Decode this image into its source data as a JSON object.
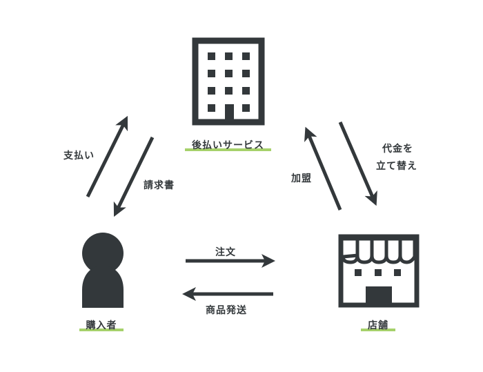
{
  "colors": {
    "icon": "#33383b",
    "highlight": "#a6d16b",
    "background": "#ffffff"
  },
  "nodes": {
    "service": {
      "label": "後払いサービス",
      "icon": "office-building-icon"
    },
    "buyer": {
      "label": "購入者",
      "icon": "person-icon"
    },
    "store": {
      "label": "店舗",
      "icon": "storefront-icon"
    }
  },
  "edges": {
    "payment": {
      "label": "支払い",
      "from": "購入者",
      "to": "後払いサービス"
    },
    "invoice": {
      "label": "請求書",
      "from": "後払いサービス",
      "to": "購入者"
    },
    "membership": {
      "label": "加盟",
      "from": "店舗",
      "to": "後払いサービス"
    },
    "advance_line1": "代金を",
    "advance_line2": "立て替え",
    "advance": {
      "from": "後払いサービス",
      "to": "店舗"
    },
    "order": {
      "label": "注文",
      "from": "購入者",
      "to": "店舗"
    },
    "shipping": {
      "label": "商品発送",
      "from": "店舗",
      "to": "購入者"
    }
  }
}
